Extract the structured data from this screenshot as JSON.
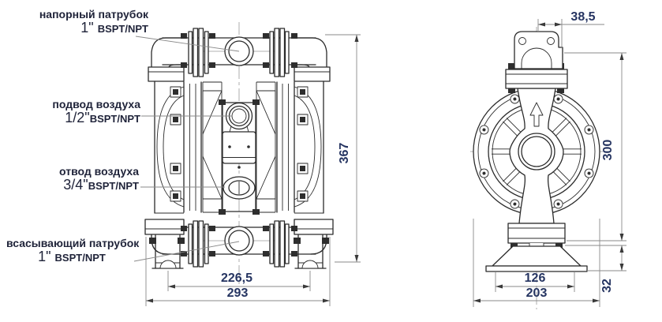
{
  "title": "diaphragm-pump-dimensional-drawing",
  "labels": [
    {
      "line1": "напорный патрубок",
      "size": "1\" ",
      "thread": "BSPT/NPT"
    },
    {
      "line1": "подвод воздуха",
      "size": "1/2\"",
      "thread": "BSPT/NPT"
    },
    {
      "line1": "отвод воздуха",
      "size": "3/4\"",
      "thread": "BSPT/NPT"
    },
    {
      "line1": "всасывающий патрубок",
      "size": "1\" ",
      "thread": "BSPT/NPT"
    }
  ],
  "dimensions": {
    "side_height": "367",
    "side_bolt_span": "226,5",
    "side_width": "293",
    "front_top_offset": "38,5",
    "front_height": "300",
    "front_foot_inner": "126",
    "front_foot_width": "203",
    "front_foot_height": "32"
  },
  "colors": {
    "line": "#2b2b2b",
    "dimension_text": "#253461",
    "label_text": "#20243a",
    "dimension_line": "#8a8a8a"
  }
}
